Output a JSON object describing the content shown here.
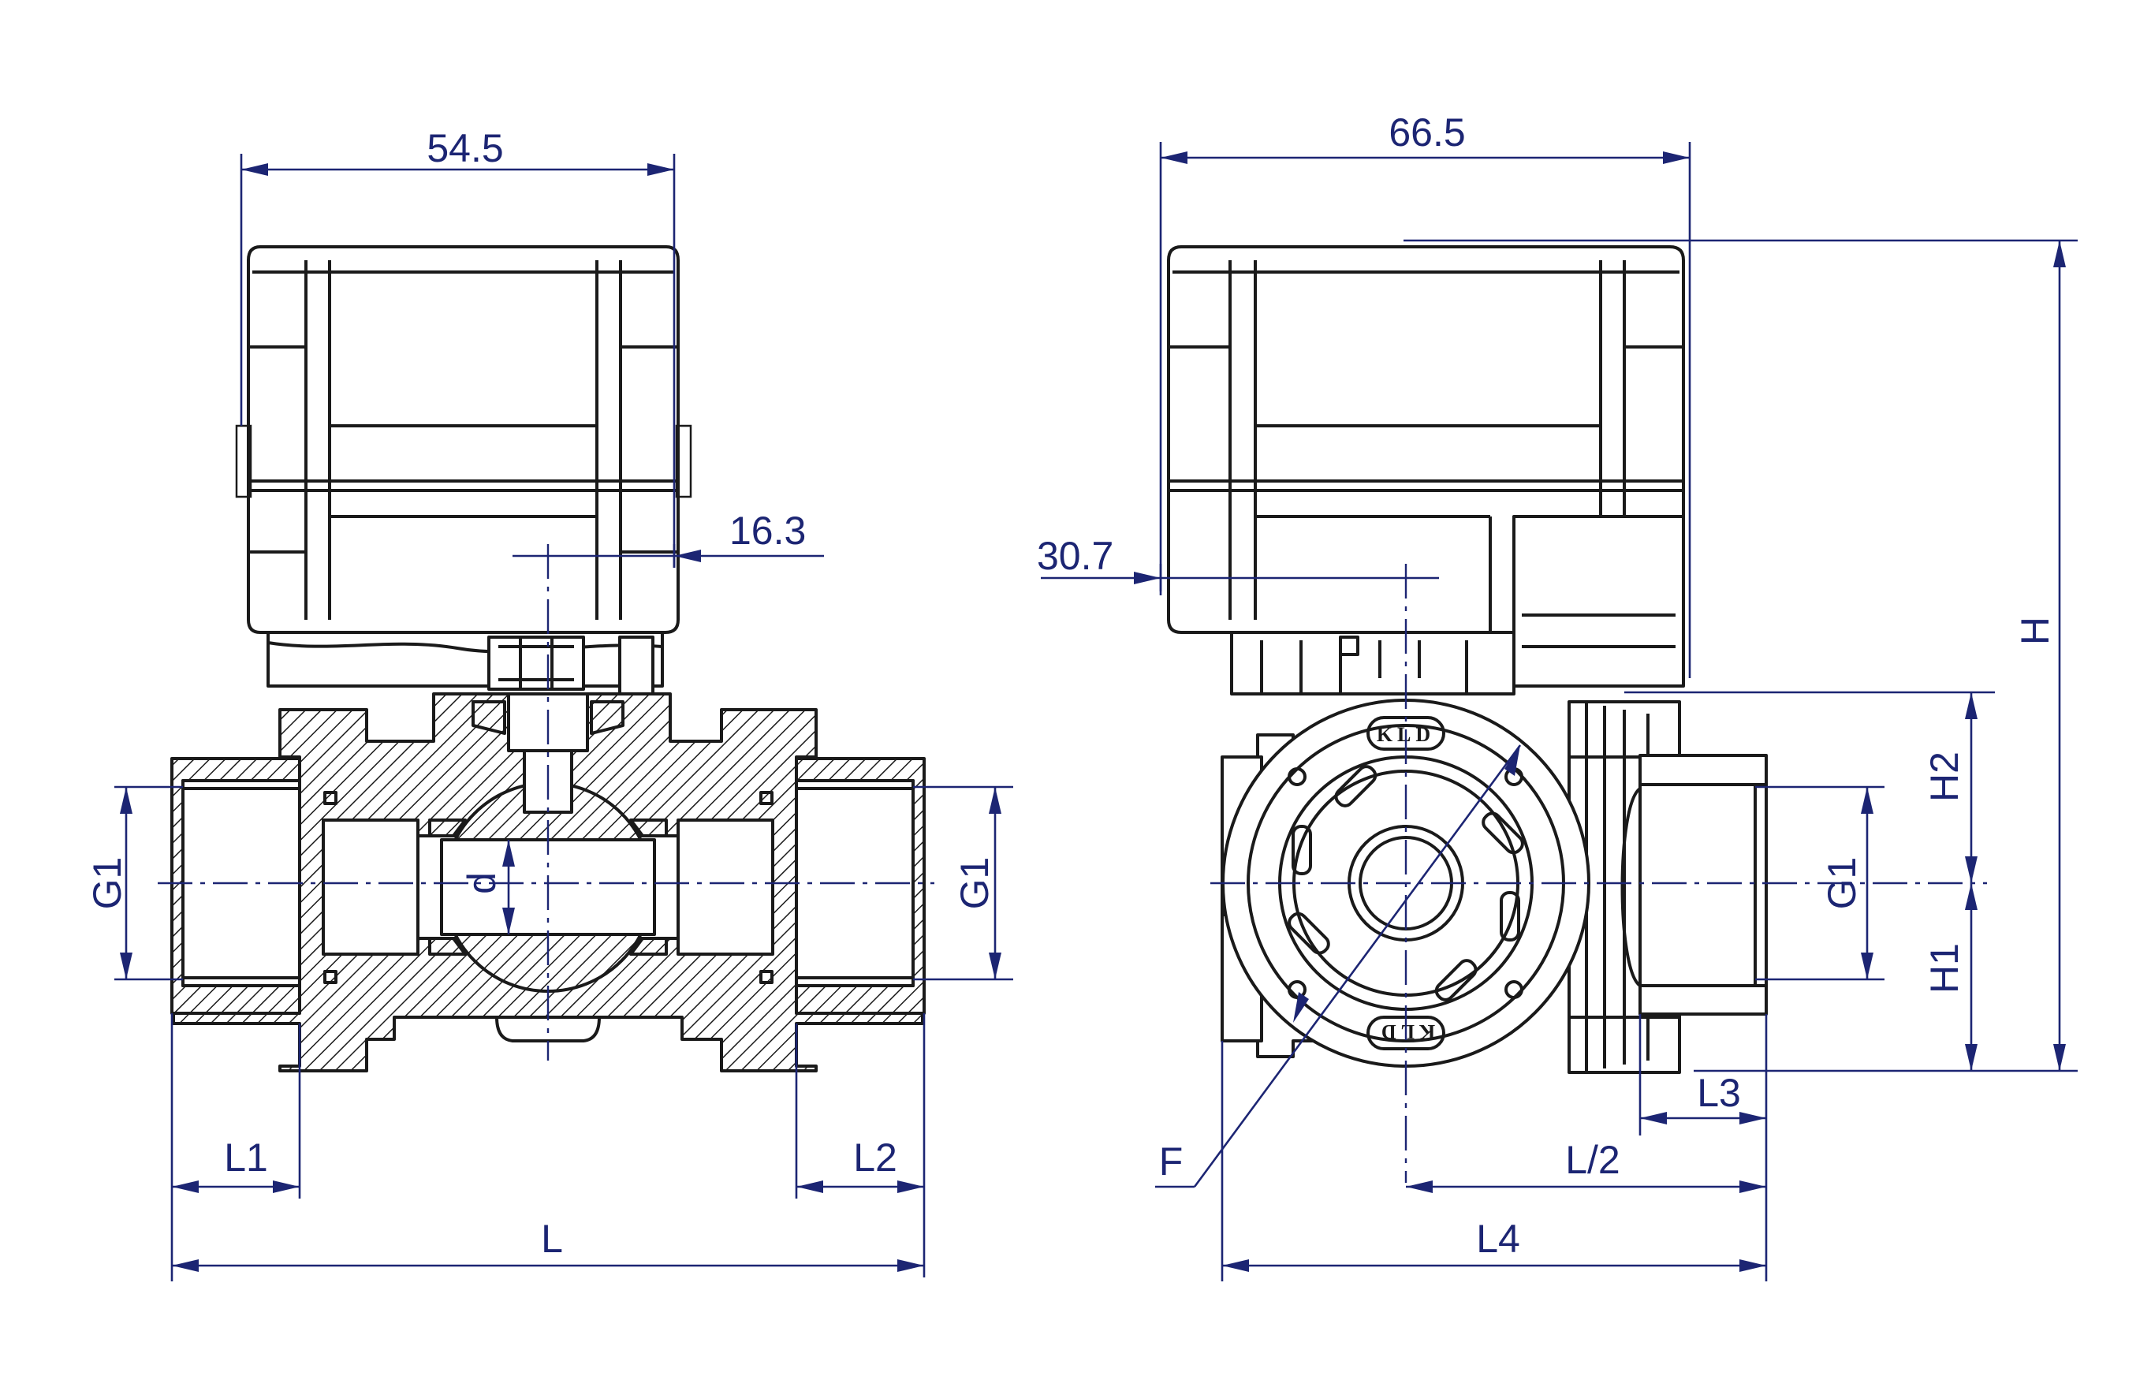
{
  "dimensions": {
    "actuator_width_side": "54.5",
    "actuator_width_front": "66.5",
    "stem_offset_side": "16.3",
    "stem_offset_front": "30.7",
    "port_thread_left": "G1",
    "port_thread_right": "G1",
    "port_thread_bottom": "G1",
    "bore": "d",
    "end_length_left": "L1",
    "end_length_right": "L2",
    "overall_length": "L",
    "flange_diameter": "F",
    "half_length": "L/2",
    "branch_length": "L3",
    "body_length": "L4",
    "overall_height": "H",
    "upper_height": "H2",
    "lower_height": "H1"
  },
  "logo_text": "KLD",
  "colors": {
    "dimension": "#1c2573",
    "outline": "#1a1a1a",
    "background": "#ffffff"
  }
}
